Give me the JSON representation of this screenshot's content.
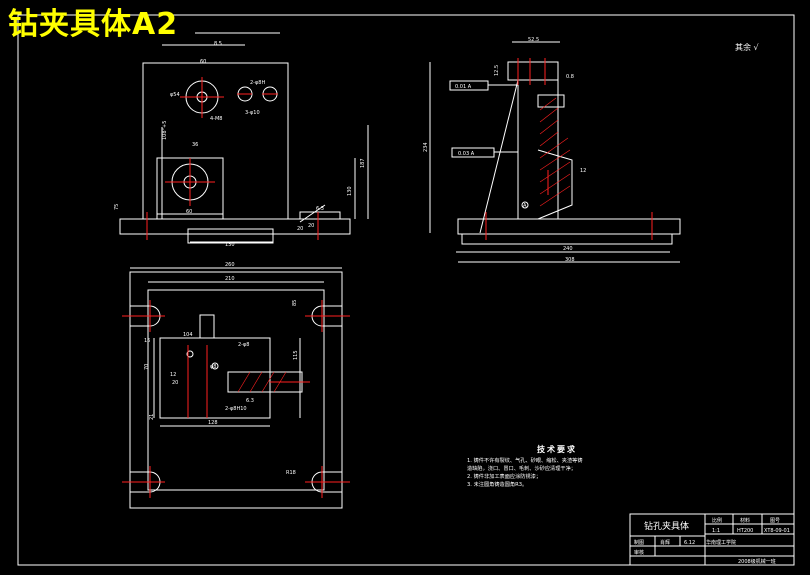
{
  "overlay": {
    "title": "钻夹具体A2"
  },
  "roughness_note": "其余 √",
  "front_view": {
    "dims": {
      "d1": "8.5",
      "d2": "60",
      "d3": "φ54",
      "d4": "2-φ8H",
      "d5": "3-φ10",
      "d6": "4-M8",
      "d7": "108°+5",
      "d8": "36",
      "d9": "187",
      "d10": "130",
      "d11": "75",
      "d12": "60",
      "d13": "130",
      "d14": "20",
      "d15": "6.3",
      "d16": "20"
    }
  },
  "side_view": {
    "dims": {
      "top": "52.5",
      "d_left": "12.5",
      "d_right": "0.8",
      "tol1": "0.01 A",
      "tol2": "0.03 A",
      "height": "234",
      "bottom1": "240",
      "bottom2": "308",
      "d_a": "12",
      "datum": "A"
    }
  },
  "plan_view": {
    "dims": {
      "overall": "260",
      "inner": "210",
      "d_left": "16",
      "d_right": "85",
      "a1": "104",
      "a2": "2-φ8",
      "a3": "φ8",
      "a4": "115",
      "a5": "70",
      "a6": "20",
      "a7": "12",
      "a8": "21",
      "a9": "128",
      "a10": "2-φ8H10",
      "a11": "6.3",
      "r": "R18"
    }
  },
  "tech": {
    "title": "技术要求",
    "lines": [
      "1. 铸件不许有裂纹、气孔、砂眼、缩松、夹渣等铸",
      "   造缺陷，浇口、冒口、毛刺、沙砂应清理干净；",
      "2. 铸件非加工表面应涂防锈漆；",
      "3. 未注圆角铸造圆角R3。"
    ]
  },
  "title_block": {
    "name": "钻孔夹具体",
    "labels": [
      "比例",
      "材料",
      "图号"
    ],
    "values": [
      "1:1",
      "HT200",
      "XT8-09-01"
    ],
    "row_a": [
      "制图",
      "肖辉",
      "6.12"
    ],
    "school": "华南理工学院",
    "row_b": "审核",
    "bottom": "2008级机械一班"
  },
  "colors": {
    "bg": "#000000",
    "line": "#ffffff",
    "center": "#ff2020",
    "accent": "#ffff00"
  }
}
